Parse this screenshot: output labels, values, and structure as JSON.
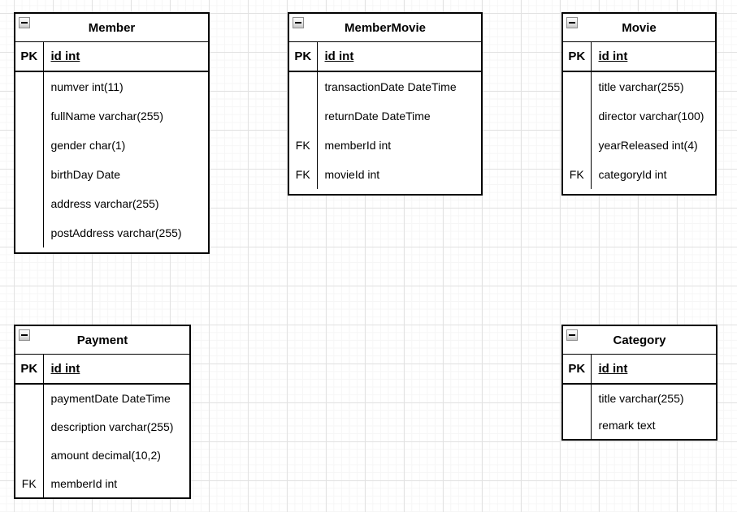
{
  "colors": {
    "canvas_background": "#ffffff",
    "grid_minor": "#f6f6f6",
    "grid_major": "#e2e2e2",
    "table_background": "#ffffff",
    "table_border": "#000000",
    "text": "#000000",
    "collapse_button_border": "#8f8f8f"
  },
  "tables": [
    {
      "title": "Member",
      "pk_row": {
        "key": "PK",
        "field": "id int"
      },
      "rows": [
        {
          "key": "",
          "field": "numver int(11)"
        },
        {
          "key": "",
          "field": "fullName varchar(255)"
        },
        {
          "key": "",
          "field": "gender char(1)"
        },
        {
          "key": "",
          "field": "birthDay Date"
        },
        {
          "key": "",
          "field": "address varchar(255)"
        },
        {
          "key": "",
          "field": "postAddress varchar(255)"
        }
      ]
    },
    {
      "title": "MemberMovie",
      "pk_row": {
        "key": "PK",
        "field": "id int"
      },
      "rows": [
        {
          "key": "",
          "field": "transactionDate DateTime"
        },
        {
          "key": "",
          "field": "returnDate DateTime"
        },
        {
          "key": "FK",
          "field": "memberId int"
        },
        {
          "key": "FK",
          "field": "movieId int"
        }
      ]
    },
    {
      "title": "Movie",
      "pk_row": {
        "key": "PK",
        "field": "id int"
      },
      "rows": [
        {
          "key": "",
          "field": "title varchar(255)"
        },
        {
          "key": "",
          "field": "director varchar(100)"
        },
        {
          "key": "",
          "field": "yearReleased int(4)"
        },
        {
          "key": "FK",
          "field": "categoryId int"
        }
      ]
    },
    {
      "title": "Payment",
      "pk_row": {
        "key": "PK",
        "field": "id int"
      },
      "rows": [
        {
          "key": "",
          "field": "paymentDate DateTime"
        },
        {
          "key": "",
          "field": "description varchar(255)"
        },
        {
          "key": "",
          "field": "amount decimal(10,2)"
        },
        {
          "key": "FK",
          "field": "memberId int"
        }
      ]
    },
    {
      "title": "Category",
      "pk_row": {
        "key": "PK",
        "field": "id int"
      },
      "rows": [
        {
          "key": "",
          "field": "title varchar(255)"
        },
        {
          "key": "",
          "field": "remark text"
        }
      ]
    }
  ]
}
